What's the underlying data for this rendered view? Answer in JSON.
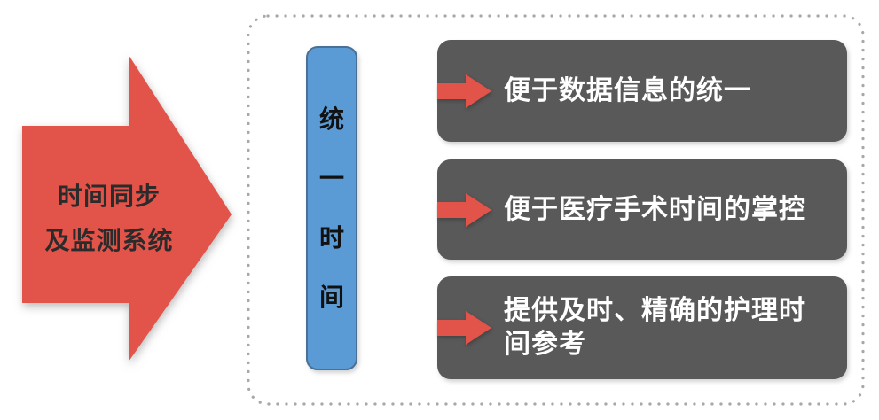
{
  "colors": {
    "arrow_red": "#e2544a",
    "box_gray": "#595959",
    "bar_blue": "#5b9bd5",
    "bar_border_blue": "#4a7096",
    "dotted_border_gray": "#a8a8a8",
    "benefit_text_color": "#ffffff",
    "arrow_label_color": "#2b2b2b"
  },
  "source_arrow": {
    "lines": [
      "时间同步",
      "及监测系统"
    ]
  },
  "unify_bar": {
    "chars": [
      "统",
      "一",
      "时",
      "间"
    ]
  },
  "benefits": [
    {
      "text": "便于数据信息的统一"
    },
    {
      "text": "便于医疗手术时间的掌控"
    },
    {
      "text": "提供及时、精确的护理时\n间参考"
    }
  ]
}
